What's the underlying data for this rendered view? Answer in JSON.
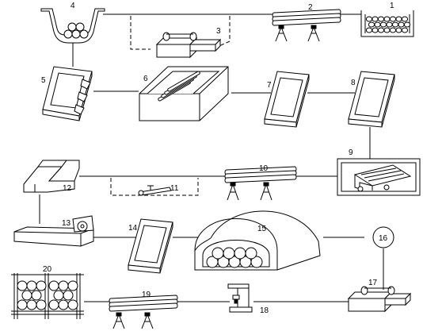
{
  "diagram": {
    "steps": [
      {
        "id": "step-1",
        "label": "1"
      },
      {
        "id": "step-2",
        "label": "2"
      },
      {
        "id": "step-3",
        "label": "3"
      },
      {
        "id": "step-4",
        "label": "4"
      },
      {
        "id": "step-5",
        "label": "5"
      },
      {
        "id": "step-6",
        "label": "6"
      },
      {
        "id": "step-7",
        "label": "7"
      },
      {
        "id": "step-8",
        "label": "8"
      },
      {
        "id": "step-9",
        "label": "9"
      },
      {
        "id": "step-10",
        "label": "10"
      },
      {
        "id": "step-11",
        "label": "11"
      },
      {
        "id": "step-12",
        "label": "12"
      },
      {
        "id": "step-13",
        "label": "13"
      },
      {
        "id": "step-14",
        "label": "14"
      },
      {
        "id": "step-15",
        "label": "15"
      },
      {
        "id": "step-16",
        "label": "16"
      },
      {
        "id": "step-17",
        "label": "17"
      },
      {
        "id": "step-18",
        "label": "18"
      },
      {
        "id": "step-19",
        "label": "19"
      },
      {
        "id": "step-20",
        "label": "20"
      }
    ]
  }
}
